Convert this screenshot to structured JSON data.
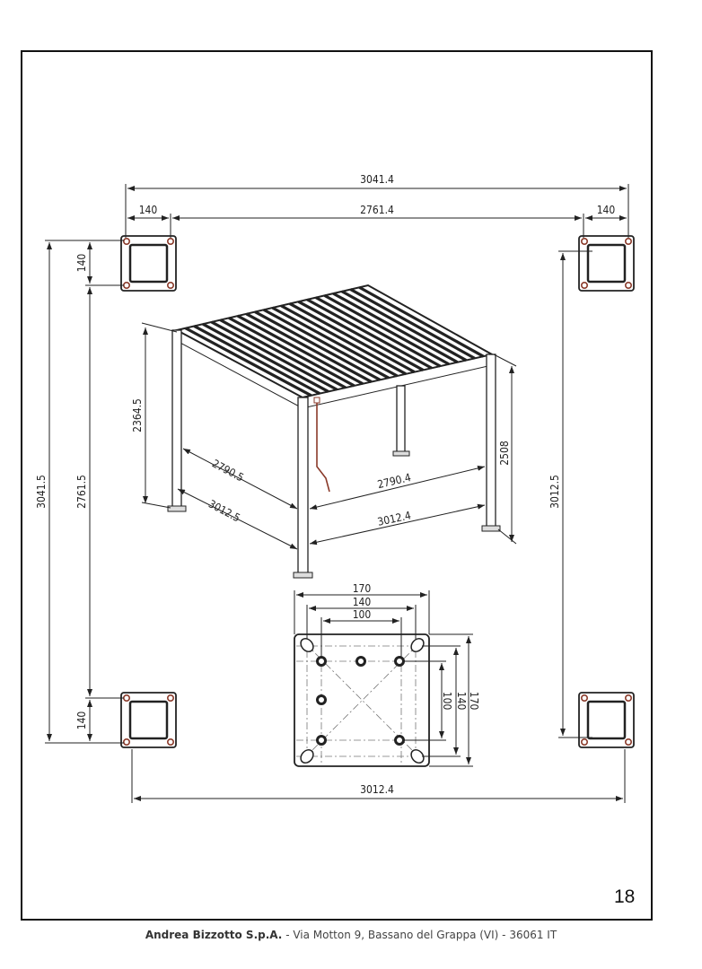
{
  "page_number": "18",
  "footer": {
    "company": "Andrea Bizzotto S.p.A.",
    "address": "- Via Motton 9, Bassano del Grappa (VI) - 36061 IT"
  },
  "drawing": {
    "plan": {
      "overall_width_top": "3041.4",
      "plate_width_left": "140",
      "inner_width_top": "2761.4",
      "plate_width_right": "140",
      "overall_depth_left": "3041.5",
      "inner_depth_left": "2761.5",
      "plate_depth_top": "140",
      "plate_depth_bottom": "140",
      "overall_depth_right": "3012.5",
      "overall_width_bottom": "3012.4"
    },
    "pergola": {
      "height_inner": "2364.5",
      "height_total": "2508",
      "side_inner": "2790.5",
      "side_outer": "3012.5",
      "front_inner": "2790.4",
      "front_outer": "3012.4"
    },
    "base_plate": {
      "width_outer": "170",
      "width_mid": "140",
      "width_inner": "100",
      "height_inner": "100",
      "height_mid": "140",
      "height_outer": "170"
    },
    "accent_color": "#8a3a2a"
  }
}
